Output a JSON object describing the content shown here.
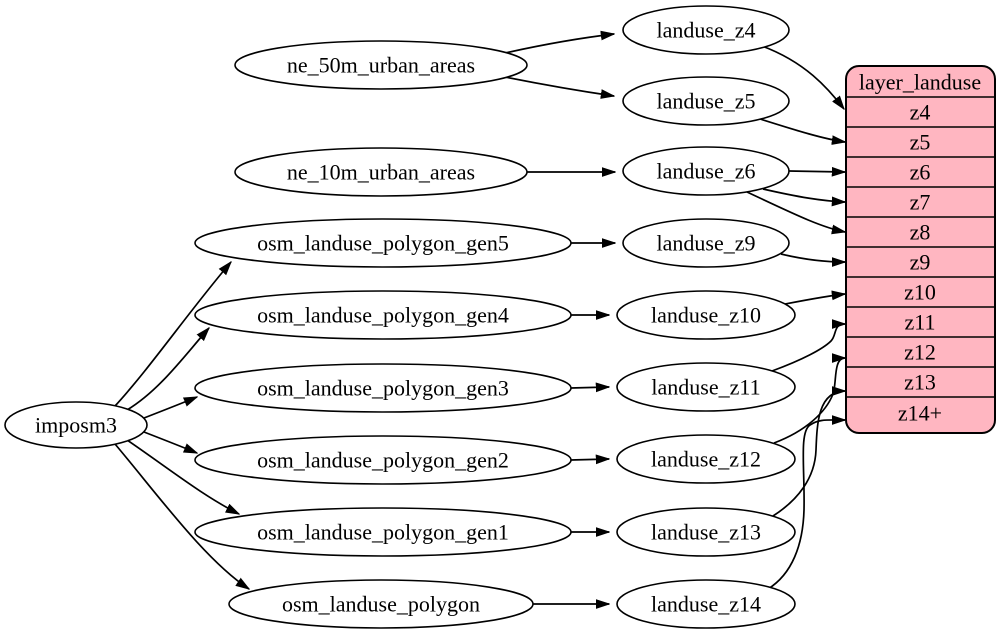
{
  "diagram": {
    "kind": "graphviz-etl-digraph",
    "background_color": "#ffffff",
    "edge_color": "#000000",
    "ellipse_fill": "#ffffff",
    "record_fill": "#ffb6c1",
    "nodes": [
      {
        "id": "imposm3",
        "label": "imposm3",
        "shape": "ellipse"
      },
      {
        "id": "ne_50m_urban_areas",
        "label": "ne_50m_urban_areas",
        "shape": "ellipse"
      },
      {
        "id": "ne_10m_urban_areas",
        "label": "ne_10m_urban_areas",
        "shape": "ellipse"
      },
      {
        "id": "osm_landuse_polygon_gen5",
        "label": "osm_landuse_polygon_gen5",
        "shape": "ellipse"
      },
      {
        "id": "osm_landuse_polygon_gen4",
        "label": "osm_landuse_polygon_gen4",
        "shape": "ellipse"
      },
      {
        "id": "osm_landuse_polygon_gen3",
        "label": "osm_landuse_polygon_gen3",
        "shape": "ellipse"
      },
      {
        "id": "osm_landuse_polygon_gen2",
        "label": "osm_landuse_polygon_gen2",
        "shape": "ellipse"
      },
      {
        "id": "osm_landuse_polygon_gen1",
        "label": "osm_landuse_polygon_gen1",
        "shape": "ellipse"
      },
      {
        "id": "osm_landuse_polygon",
        "label": "osm_landuse_polygon",
        "shape": "ellipse"
      },
      {
        "id": "landuse_z4",
        "label": "landuse_z4",
        "shape": "ellipse"
      },
      {
        "id": "landuse_z5",
        "label": "landuse_z5",
        "shape": "ellipse"
      },
      {
        "id": "landuse_z6",
        "label": "landuse_z6",
        "shape": "ellipse"
      },
      {
        "id": "landuse_z9",
        "label": "landuse_z9",
        "shape": "ellipse"
      },
      {
        "id": "landuse_z10",
        "label": "landuse_z10",
        "shape": "ellipse"
      },
      {
        "id": "landuse_z11",
        "label": "landuse_z11",
        "shape": "ellipse"
      },
      {
        "id": "landuse_z12",
        "label": "landuse_z12",
        "shape": "ellipse"
      },
      {
        "id": "landuse_z13",
        "label": "landuse_z13",
        "shape": "ellipse"
      },
      {
        "id": "landuse_z14",
        "label": "landuse_z14",
        "shape": "ellipse"
      }
    ],
    "record_node": {
      "id": "layer_landuse",
      "title": "layer_landuse",
      "shape": "Mrecord",
      "fill": "#ffb6c1",
      "rows": [
        "z4",
        "z5",
        "z6",
        "z7",
        "z8",
        "z9",
        "z10",
        "z11",
        "z12",
        "z13",
        "z14+"
      ]
    },
    "edges": [
      {
        "from": "ne_50m_urban_areas",
        "to": "landuse_z4"
      },
      {
        "from": "ne_50m_urban_areas",
        "to": "landuse_z5"
      },
      {
        "from": "ne_10m_urban_areas",
        "to": "landuse_z6"
      },
      {
        "from": "imposm3",
        "to": "osm_landuse_polygon_gen5"
      },
      {
        "from": "imposm3",
        "to": "osm_landuse_polygon_gen4"
      },
      {
        "from": "imposm3",
        "to": "osm_landuse_polygon_gen3"
      },
      {
        "from": "imposm3",
        "to": "osm_landuse_polygon_gen2"
      },
      {
        "from": "imposm3",
        "to": "osm_landuse_polygon_gen1"
      },
      {
        "from": "imposm3",
        "to": "osm_landuse_polygon"
      },
      {
        "from": "osm_landuse_polygon_gen5",
        "to": "landuse_z9"
      },
      {
        "from": "osm_landuse_polygon_gen4",
        "to": "landuse_z10"
      },
      {
        "from": "osm_landuse_polygon_gen3",
        "to": "landuse_z11"
      },
      {
        "from": "osm_landuse_polygon_gen2",
        "to": "landuse_z12"
      },
      {
        "from": "osm_landuse_polygon_gen1",
        "to": "landuse_z13"
      },
      {
        "from": "osm_landuse_polygon",
        "to": "landuse_z14"
      },
      {
        "from": "landuse_z4",
        "to": "layer_landuse:z4"
      },
      {
        "from": "landuse_z5",
        "to": "layer_landuse:z5"
      },
      {
        "from": "landuse_z6",
        "to": "layer_landuse:z6"
      },
      {
        "from": "landuse_z6",
        "to": "layer_landuse:z7"
      },
      {
        "from": "landuse_z6",
        "to": "layer_landuse:z8"
      },
      {
        "from": "landuse_z9",
        "to": "layer_landuse:z9"
      },
      {
        "from": "landuse_z10",
        "to": "layer_landuse:z10"
      },
      {
        "from": "landuse_z11",
        "to": "layer_landuse:z11"
      },
      {
        "from": "landuse_z12",
        "to": "layer_landuse:z12"
      },
      {
        "from": "landuse_z13",
        "to": "layer_landuse:z13"
      },
      {
        "from": "landuse_z14",
        "to": "layer_landuse:z14+"
      }
    ]
  }
}
